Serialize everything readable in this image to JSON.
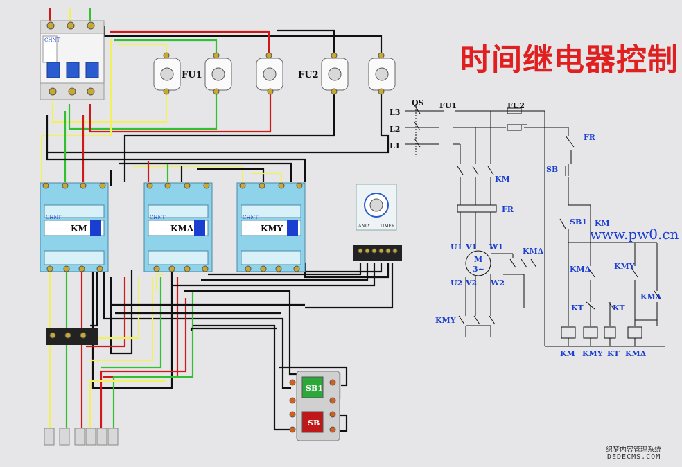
{
  "title": "时间继电器控制",
  "watermark": {
    "url": "www.pw0.cn",
    "cn": "织梦内容管理系统",
    "en": "DEDECMS.COM"
  },
  "colors": {
    "red": "#e02020",
    "blue": "#1a3fd0",
    "wire_red": "#d01818",
    "wire_yellow": "#f0f060",
    "wire_green": "#30c030",
    "wire_black": "#101010"
  },
  "wiring": {
    "breaker": {
      "brand": "CHNT"
    },
    "fuse_labels": [
      "FU1",
      "FU2"
    ],
    "contactors": [
      {
        "brand": "CHNT",
        "label": "KM"
      },
      {
        "brand": "CHNT",
        "label": "KMΔ"
      },
      {
        "brand": "CHNT",
        "label": "KMY"
      }
    ],
    "timer": {
      "label_left": "ANLY",
      "label_right": "TIMER"
    },
    "buttons": [
      {
        "label": "SB1",
        "color": "green"
      },
      {
        "label": "SB",
        "color": "red"
      }
    ]
  },
  "schematic": {
    "labels": {
      "qs": "QS",
      "fu1": "FU1",
      "fu2": "FU2",
      "l3": "L3",
      "l2": "L2",
      "l1": "L1",
      "km_main": "KM",
      "fr_main": "FR",
      "fr_ctrl": "FR",
      "sb": "SB",
      "sb1": "SB1",
      "km_hold": "KM",
      "u1": "U1",
      "v1": "V1",
      "w1": "W1",
      "u2": "U2",
      "v2": "V2",
      "w2": "W2",
      "motor_m": "M",
      "motor_phase": "3~",
      "kmd_main": "KMΔ",
      "kmy_main": "KMY",
      "kmd_nc": "KMΔ",
      "kmy_nc": "KMY",
      "kt_nc": "KT",
      "kt_no": "KT",
      "kmd_no": "KMΔ",
      "coil_km": "KM",
      "coil_kmy": "KMY",
      "coil_kt": "KT",
      "coil_kmd": "KMΔ"
    }
  }
}
